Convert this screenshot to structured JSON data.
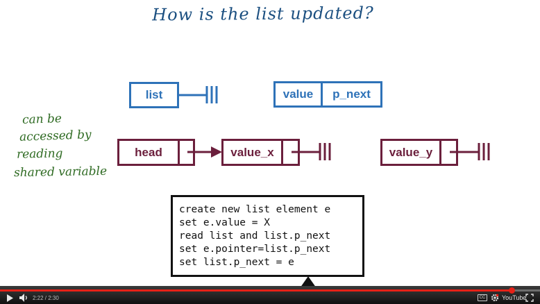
{
  "title": "How is the list updated?",
  "side_note": [
    "can be",
    "accessed by",
    "reading",
    "shared variable"
  ],
  "list_box": {
    "label": "list"
  },
  "element_box": {
    "value_label": "value",
    "next_label": "p_next"
  },
  "head_box": {
    "label": "head"
  },
  "node_x": {
    "label": "value_x"
  },
  "node_y": {
    "label": "value_y"
  },
  "code": {
    "lines": [
      "create new list element e",
      "set e.value = X",
      "read list and list.p_next",
      "set e.pointer=list.p_next",
      "set list.p_next = e"
    ]
  },
  "player": {
    "current_time": "2:22",
    "duration": "2:30",
    "time_display": "2:22 / 2:30",
    "progress": 0.947,
    "brand": "YouTube",
    "cc_label": "CC"
  },
  "colors": {
    "title": "#1b4f80",
    "note": "#2f6b23",
    "blue": "#2e72b8",
    "maroon": "#6b1f3c",
    "progress": "#e62117"
  }
}
